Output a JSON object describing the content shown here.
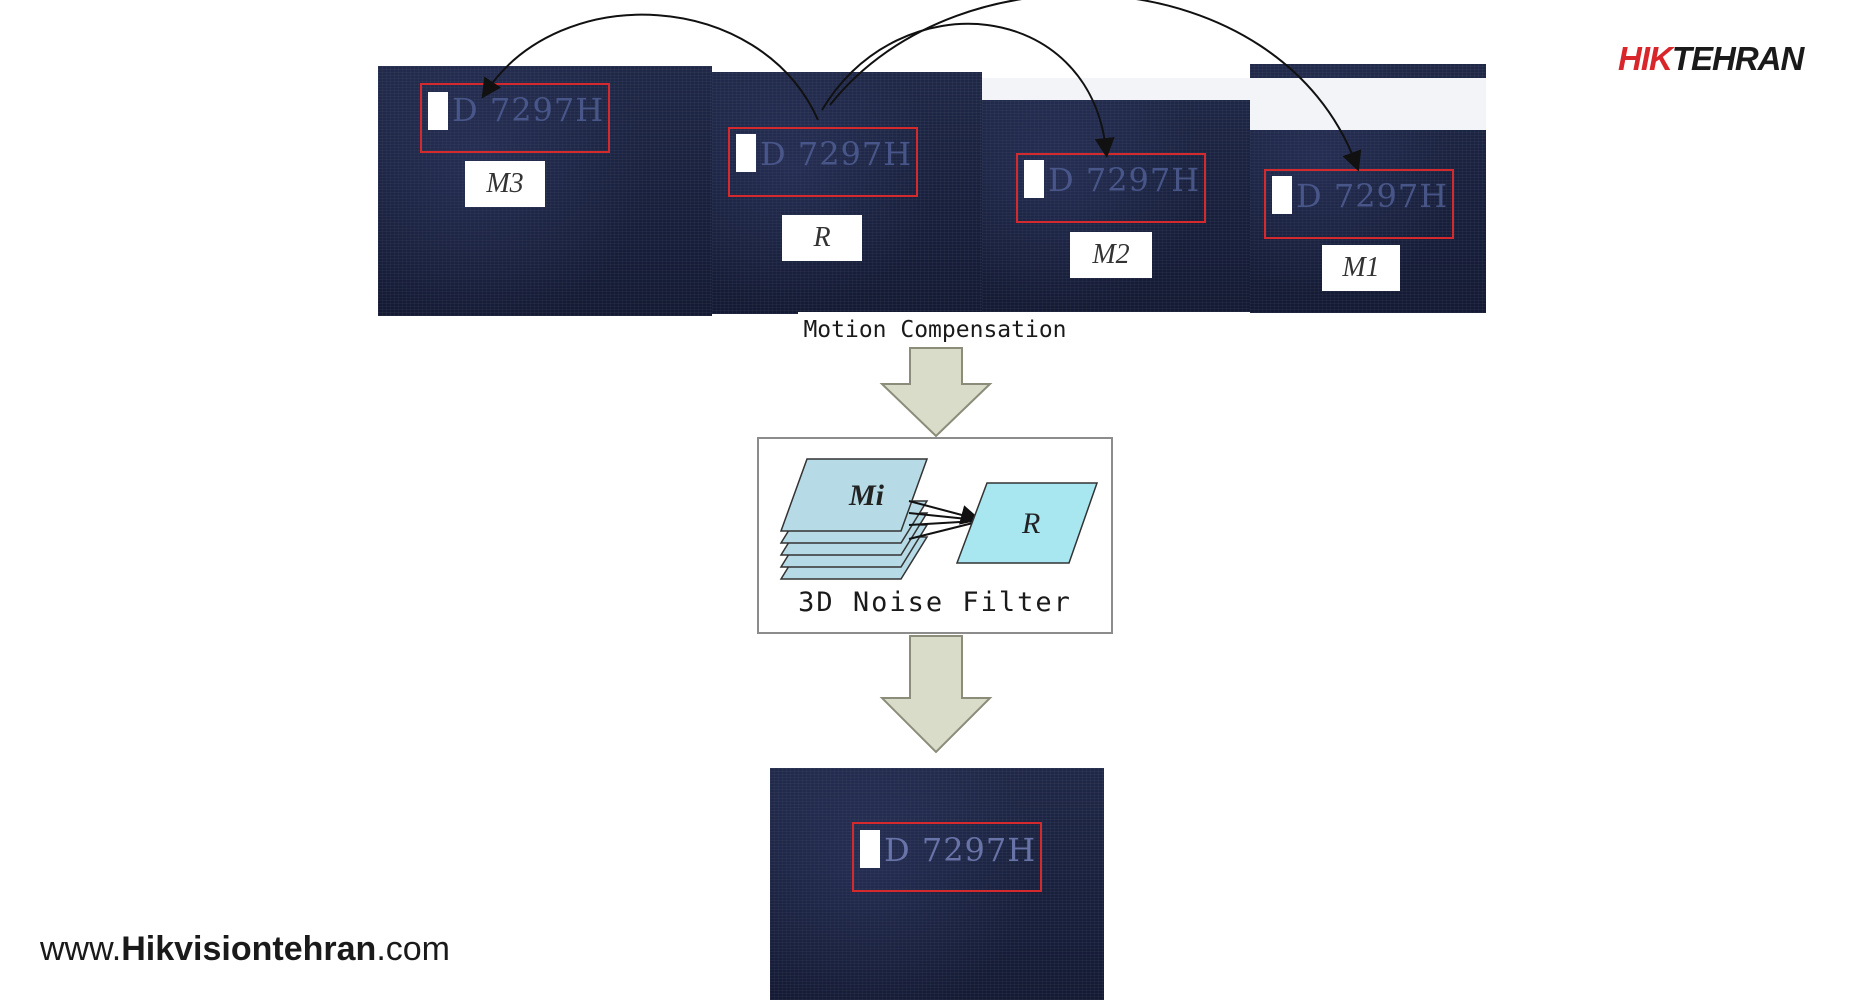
{
  "logo": {
    "hik": "HIK",
    "tehran": "TEHRAN"
  },
  "website": {
    "prefix": "www.",
    "brand": "Hikvisiontehran",
    "suffix": ".com"
  },
  "frames": {
    "m3": {
      "label": "M3",
      "plate": "D 7297H"
    },
    "r": {
      "label": "R",
      "plate": "D 7297H"
    },
    "m2": {
      "label": "M2",
      "plate": "D 7297H"
    },
    "m1": {
      "label": "M1",
      "plate": "D 7297H"
    },
    "result": {
      "plate": "D 7297H"
    }
  },
  "captions": {
    "motion_compensation": "Motion Compensation",
    "noise_filter": "3D Noise Filter"
  },
  "filter_diagram": {
    "stack_label": "Mi",
    "target_label": "R"
  },
  "colors": {
    "plate_box": "#d42a2e",
    "arrow_fill": "#d9dcc9",
    "arrow_stroke": "#8c8c7a",
    "stack_fill": "#b7dbe6",
    "target_fill": "#a8e6f0",
    "logo_red": "#d9262a"
  }
}
